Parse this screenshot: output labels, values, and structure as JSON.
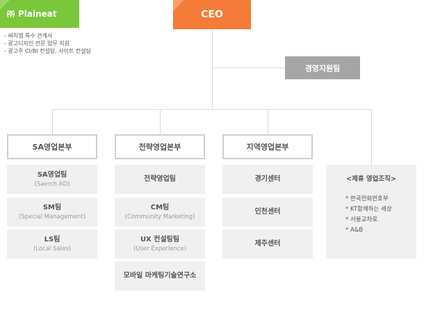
{
  "company": {
    "mark": "㈜",
    "name": "Plaineat",
    "descriptions": [
      "- 써치엠 특수 관계사",
      "- 광고디자인 전문 업무 지원",
      "- 광고주 CI/BI 컨설팅, 사이트 컨설팅"
    ],
    "color": "#79c73a"
  },
  "ceo": {
    "label": "CEO",
    "color": "#f47a37"
  },
  "support": {
    "label": "경영지원팀",
    "color": "#a5a5a5"
  },
  "divisions": [
    {
      "name": "SA영업본부",
      "teams": [
        {
          "name": "SA영업팀",
          "sub": "(Saerch AD)"
        },
        {
          "name": "SM팀",
          "sub": "(Special Management)"
        },
        {
          "name": "LS팀",
          "sub": "(Local Sales)"
        }
      ]
    },
    {
      "name": "전략영업본부",
      "teams": [
        {
          "name": "전략영업팀",
          "sub": ""
        },
        {
          "name": "CM팀",
          "sub": "(Community Marketing)"
        },
        {
          "name": "UX 컨설팅팀",
          "sub": "(User Experience)"
        },
        {
          "name": "모바일 마케팅기술연구소",
          "sub": ""
        }
      ]
    },
    {
      "name": "지역영업본부",
      "teams": [
        {
          "name": "경기센터",
          "sub": ""
        },
        {
          "name": "인천센터",
          "sub": ""
        },
        {
          "name": "제주센터",
          "sub": ""
        }
      ]
    }
  ],
  "partners": {
    "title": "<제휴 영업조직>",
    "items": [
      "* 한국전화번호부",
      "* KT함께하는 세상",
      "* 서울교차로",
      "* A&B"
    ]
  }
}
